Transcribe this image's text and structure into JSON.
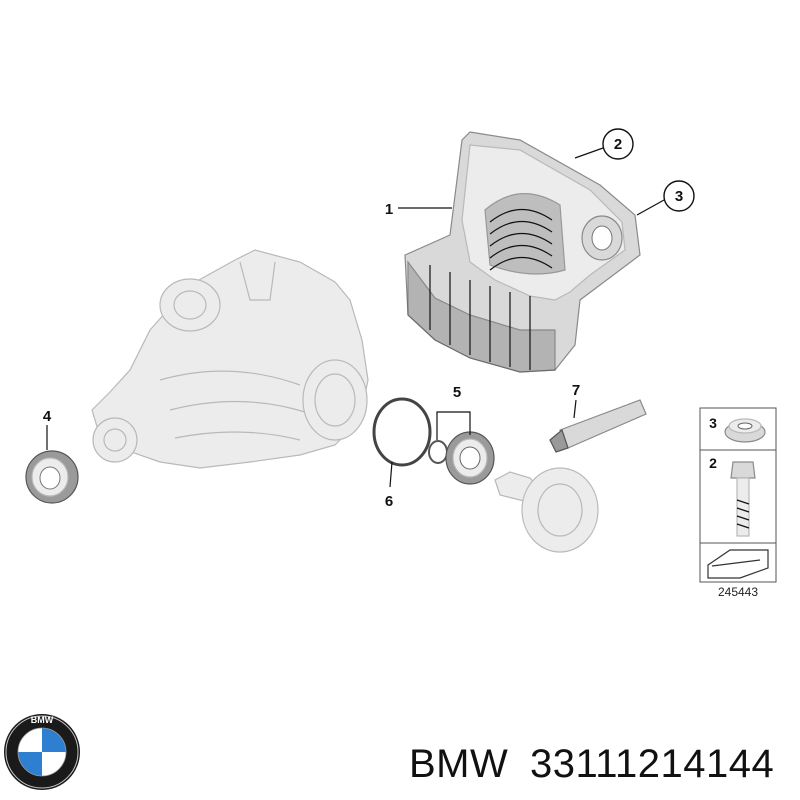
{
  "callouts": {
    "c1": "1",
    "c2": "2",
    "c3": "3",
    "c4": "4",
    "c5": "5",
    "c6": "6",
    "c7": "7"
  },
  "legend": {
    "item_top": "3",
    "item_middle": "2",
    "ref_number": "245443"
  },
  "logo": {
    "brand_letters": "BMW"
  },
  "caption": {
    "brand": "BMW",
    "part_number": "33111214144"
  }
}
